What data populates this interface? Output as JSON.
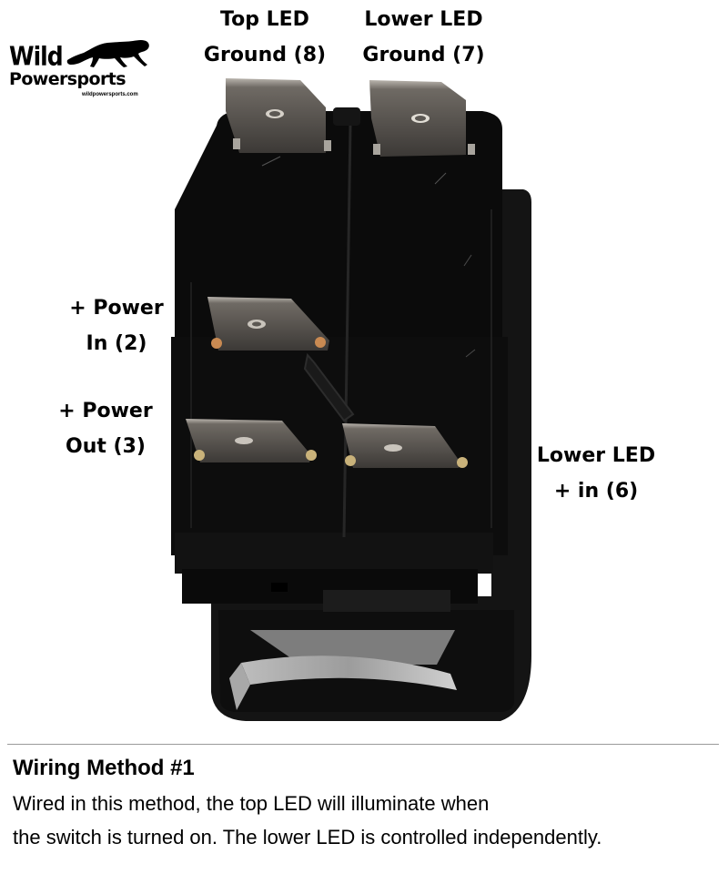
{
  "logo": {
    "line1": "Wild",
    "line2": "Powersports",
    "url": "wildpowersports.com",
    "icon": "panther-icon"
  },
  "labels": {
    "top_led_ground": {
      "line1": "Top LED",
      "line2": "Ground (8)"
    },
    "lower_led_ground": {
      "line1": "Lower LED",
      "line2": "Ground (7)"
    },
    "power_in": {
      "line1": "+ Power",
      "line2": "In (2)"
    },
    "power_out": {
      "line1": "+ Power",
      "line2": "Out (3)"
    },
    "lower_led_in": {
      "line1": "Lower LED",
      "line2": "+ in (6)"
    }
  },
  "switch": {
    "component": "rocker-switch",
    "terminals": [
      {
        "pin": 8,
        "name": "Top LED Ground"
      },
      {
        "pin": 7,
        "name": "Lower LED Ground"
      },
      {
        "pin": 2,
        "name": "+ Power In"
      },
      {
        "pin": 3,
        "name": "+ Power Out"
      },
      {
        "pin": 6,
        "name": "Lower LED + in"
      }
    ],
    "colors": {
      "housing": "#0c0c0c",
      "terminal": "#8a8580",
      "solder": "#c98a52"
    }
  },
  "caption": {
    "title": "Wiring Method #1",
    "line1": "Wired in this method, the top LED will illuminate when",
    "line2": "the switch is turned on.  The lower LED is controlled independently."
  }
}
